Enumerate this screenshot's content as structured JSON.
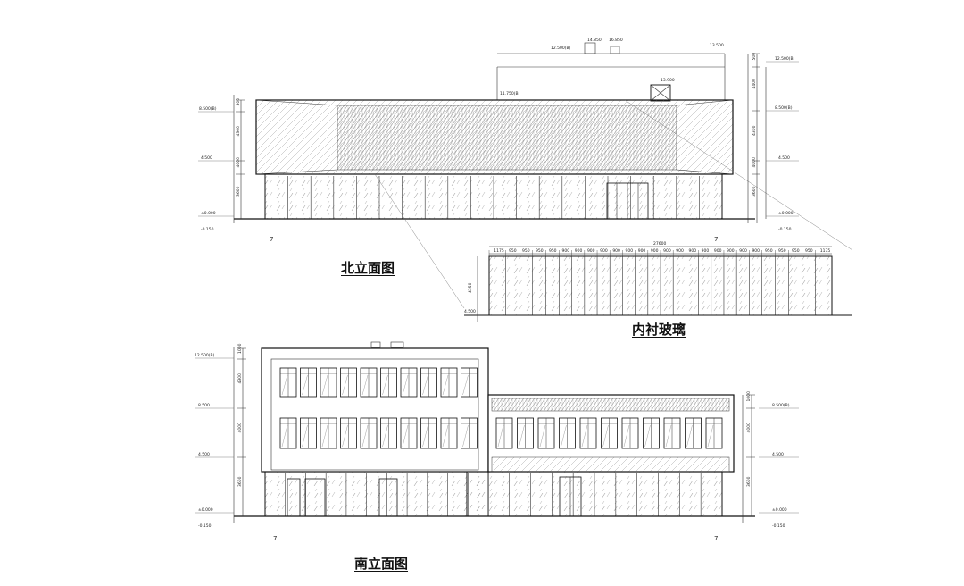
{
  "titles": {
    "north": "北立面图",
    "glass": "内衬玻璃",
    "south": "南立面图"
  },
  "north_levels_left": [
    "8.500(B)",
    "4.500",
    "±0.000",
    "-0.150"
  ],
  "north_levels_right": [
    "12.500(B)",
    "8.500(B)",
    "4.500",
    "±0.000",
    "-0.150"
  ],
  "north_top_labels": [
    "14.850",
    "16.850",
    "12.500(B)",
    "13.500",
    "13.900",
    "11.750(B)"
  ],
  "north_dims_left": [
    "500",
    "4300",
    "4000",
    "3600"
  ],
  "north_dims_right": [
    "500",
    "4400",
    "4300",
    "4000",
    "3600"
  ],
  "glass_total": "27600",
  "glass_segments": [
    "1175",
    "950",
    "950",
    "950",
    "950",
    "900",
    "900",
    "900",
    "900",
    "900",
    "900",
    "900",
    "900",
    "900",
    "900",
    "900",
    "900",
    "900",
    "900",
    "900",
    "900",
    "950",
    "950",
    "950",
    "950",
    "1175"
  ],
  "glass_levels": [
    "4.500"
  ],
  "glass_height": "4350",
  "south_levels_left": [
    "12.500(B)",
    "8.500",
    "4.500",
    "±0.000",
    "-0.150"
  ],
  "south_levels_right": [
    "8.500(B)",
    "4.500",
    "±0.000",
    "-0.150"
  ],
  "south_dims_left": [
    "1000",
    "4300",
    "4000",
    "3600"
  ],
  "south_dims_right": [
    "1000",
    "4000",
    "3600"
  ],
  "axis_marks": [
    "7",
    "7",
    "7",
    "7"
  ]
}
